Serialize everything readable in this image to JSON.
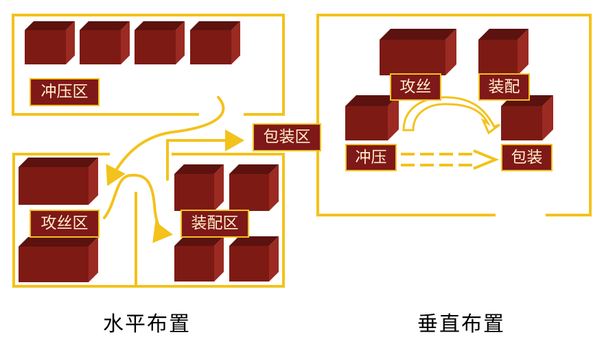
{
  "horizontal": {
    "caption": "水平布置",
    "zones": {
      "stamping": "冲压区",
      "tapping": "攻丝区",
      "assembly": "装配区",
      "packing": "包装区"
    }
  },
  "vertical": {
    "caption": "垂直布置",
    "zones": {
      "tapping": "攻丝",
      "assembly": "装配",
      "stamping": "冲压",
      "packing": "包装"
    }
  },
  "colors": {
    "wall": "#f3c21b",
    "machine_front": "#7d1a14",
    "machine_top": "#5c120e",
    "machine_side": "#9a2a22",
    "label_bg": "#7f1818",
    "label_text": "#fff2cc",
    "arrow": "#f3c21b"
  }
}
